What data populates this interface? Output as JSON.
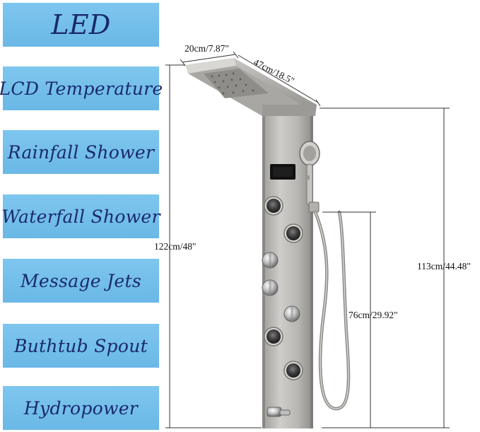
{
  "features": [
    {
      "label": "LED"
    },
    {
      "label": "LCD Temperature"
    },
    {
      "label": "Rainfall Shower"
    },
    {
      "label": "Waterfall Shower"
    },
    {
      "label": "Message Jets"
    },
    {
      "label": "Buthtub Spout"
    },
    {
      "label": "Hydropower"
    }
  ],
  "dimensions": {
    "head_depth": "20cm/7.87\"",
    "head_width": "47cm/18.5\"",
    "total_height": "122cm/48\"",
    "panel_height": "113cm/44.48\"",
    "handheld_height": "76cm/29.92\""
  },
  "colors": {
    "label_bg": "#72bde9",
    "label_text": "#1a2a6c",
    "panel_metal": "#b9b7b3"
  }
}
